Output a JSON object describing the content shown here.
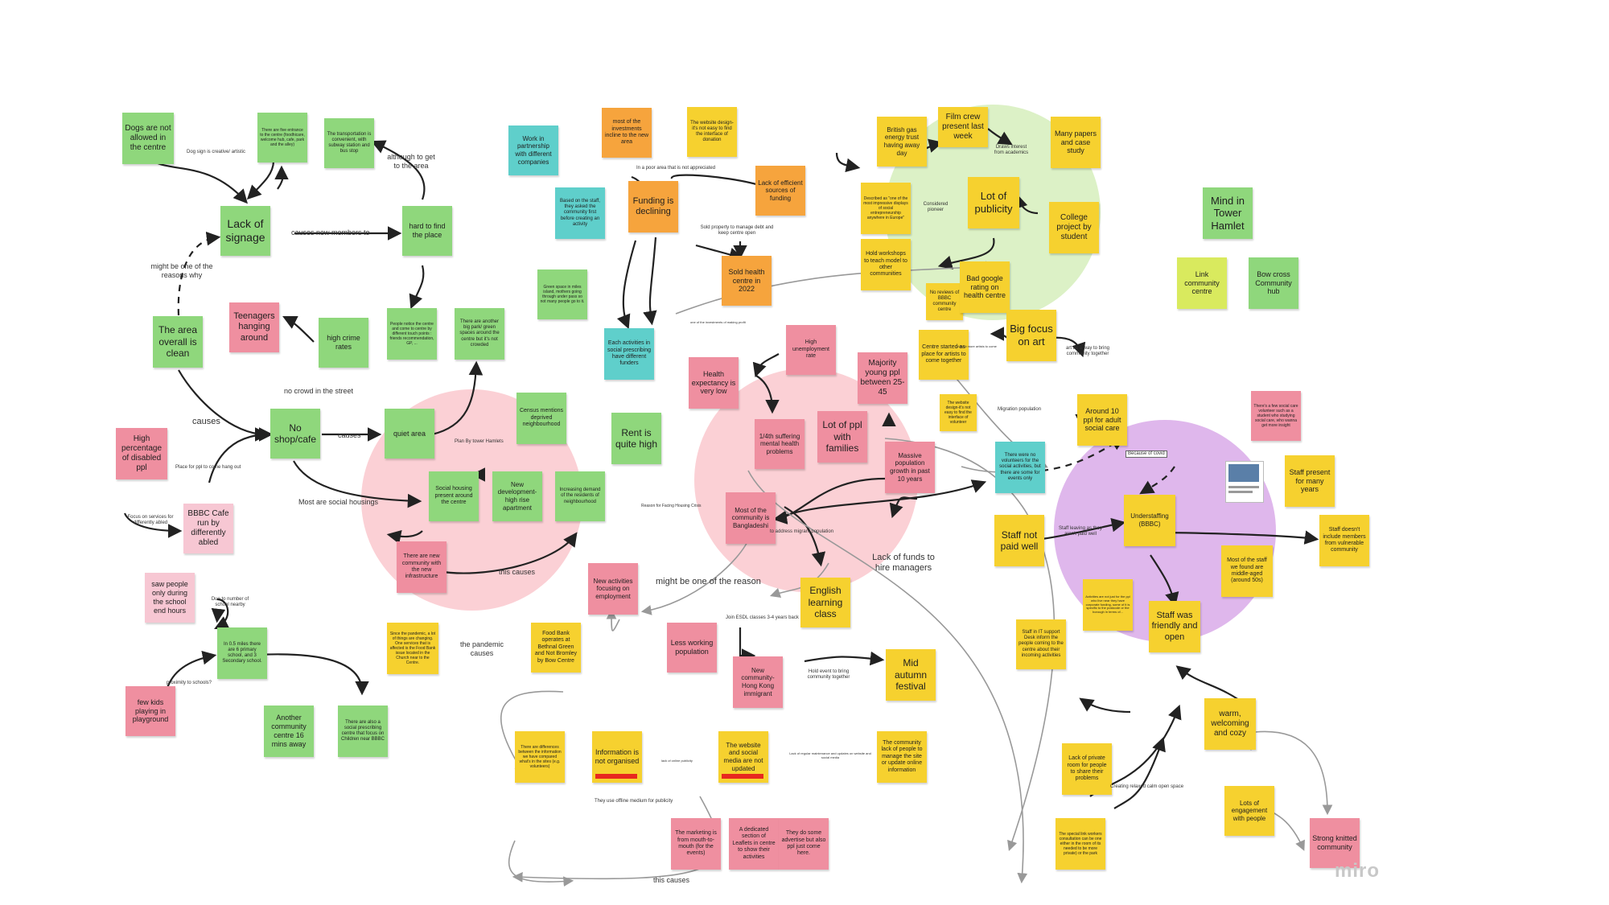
{
  "board": {
    "watermark": "miro"
  },
  "colors": {
    "green": "#8fd77c",
    "yellow": "#f6d12f",
    "orange": "#f6a43d",
    "pink": "#ef8fa0",
    "light_pink": "#f7c7d3",
    "teal": "#5fcfcb",
    "lime": "#d9ea5e"
  },
  "notes": {
    "n1": "Dogs are not allowed in the centre",
    "n2": "There are five entrance to the centre (foodhicare, welcome hub, cafe, park and the alley)",
    "n3": "The transportation is convenient, with subway station and bus stop",
    "n4": "Lack of signage",
    "n5": "hard to find the place",
    "n6": "Teenagers hanging around",
    "n7": "high crime rates",
    "n8": "People notice the centre and come to centre by different touch points : friends recommendation, GP, ...",
    "n9": "There are another big park/ green spaces around the centre but it's not crowded",
    "n10": "Green space in miles island, mothers going through under pass so not many people go to it.",
    "n11": "The area overall is clean",
    "n12": "No shop/cafe",
    "n13": "quiet area",
    "n14": "Census mentions deprived neighbourhood",
    "n15": "High percentage of disabled ppl",
    "n16": "BBBC Cafe run by differently abled",
    "n17": "Social housing present around the centre",
    "n18": "New development- high rise apartment",
    "n19": "Increasing demand of the residents of neighbourhood",
    "n20": "There are new community with the new infrastructure",
    "n21": "Rent is quite high",
    "n22": "saw people only during the school end hours",
    "n23": "In 0.5 miles there are 6 primary school, and 3 Secondary school.",
    "n24": "few kids playing in playground",
    "n25": "Another community centre 16 mins away",
    "n26": "There are also a social prescribing centre that focus on Children near BBBC",
    "n27": "Since the pandemic, a lot of things are changing. One services that is affected is the Food Bank issue located in the Church near to the Centre.",
    "n28": "Food Bank operates at Bethnal Green and Not Bromley by Bow Centre",
    "n29": "Work in partnership with different companies",
    "n30": "Based on the staff, they asked the community first before creating an activity",
    "n31": "most of the investments incline to the new area",
    "n32": "The website design-it's not easy to find the interface of donation",
    "n33": "Lack of efficient sources of funding",
    "n34": "Funding is declining",
    "n35": "Sold health centre in 2022",
    "n36": "Each activities in social prescribing have different funders",
    "n37": "High unemployment rate",
    "n38": "Health expectancy is very low",
    "n39": "Majority young ppl between 25-45",
    "n40": "1/4th suffering mental health problems",
    "n41": "Lot of ppl with families",
    "n42": "Massive population growth in past 10 years",
    "n43": "Most of the community is Bangladeshi",
    "n44": "New activities focusing on employment",
    "n45": "English learning class",
    "n46": "Less working population",
    "n47": "New community- Hong Kong immigrant",
    "n48": "Mid autumn festival",
    "n49": "British gas energy trust having away day",
    "n50": "Film crew present last week",
    "n51": "Many papers and case study",
    "n52": "Described as \"one of the most impressive displays of social entrepreneurship anywhere in Europe\"",
    "n53": "Lot of publicity",
    "n54": "College project by student",
    "n55": "Hold workshops to teach model to other communities",
    "n56": "No reviews of BBBC community centre",
    "n57": "Bad google rating on health centre",
    "n58": "Centre started as place for artists to come together",
    "n59": "Big focus on art",
    "n60": "The website design-it's not easy to find the interface of volunteer",
    "n61": "Around 10 ppl for adult social care",
    "n62": "There were no volunteers for the social activities, but there are some for events only",
    "n63": "Mind in Tower Hamlet",
    "n64": "Link community centre",
    "n65": "Bow cross Community hub",
    "n66": "There's a few social care volunteer such as a student who studying social care, who wanna get more insight",
    "n67": "Staff present for many years",
    "n68": "Staff not paid well",
    "n69": "Understaffing (BBBC)",
    "n70": "Staff doesn't include members from vulnerable community",
    "n71": "Most of the staff we found are middle-aged (around 50s)",
    "n72": "Activities are not just for the ppl who live near they have corporate funding, some of it is specific to the postcode or the borough in terms of...",
    "n73": "Staff in IT support Desk inform the people coming to the centre about their incoming activities",
    "n74": "Staff was friendly and open",
    "n75": "warm, welcoming and cozy",
    "n76": "Lack of private room for people to share their problems",
    "n77": "The special link workers consultation can be one either in the room of its needed to be more private) or the park",
    "n78": "Lots of engagement with people",
    "n79": "Strong knitted community",
    "n80": "There are differences between the information we have compared what's in the sites (e.g. volunteers)",
    "n81": "Information is not organised",
    "n82": "The website and social media are not updated",
    "n83": "The community lack of people to manage the site or update online information",
    "n84": "The marketing is from mouth-to-mouth (for the events)",
    "n85": "A dedicated section of Leaflets in centre to show their activities",
    "n86": "They do some advertise but also ppl just come here."
  },
  "labels": {
    "l1": "Dog sign is creative/ artistic",
    "l2": "although to get to the area",
    "l3": "causes new members to",
    "l4": "might be one of the reasons why",
    "l5": "no crowd in the street",
    "l6": "causes",
    "l7": "causes",
    "l8": "Place for ppl to come hang out",
    "l9": "Focus on services for differently abled",
    "l10": "Most are social housings",
    "l11": "Plan By tower Hamlets",
    "l12": "this causes",
    "l13": "Reason for Facing Housing Crisis",
    "l14": "Due to number of school nearby",
    "l15": "proximity to schools?",
    "l16": "the pandemic causes",
    "l17": "In a poor area that is not appreciated",
    "l18": "Sold property to manage debt and keep centre open",
    "l19": "one of the investments of making profit",
    "l20": "to address migrant population",
    "l21": "might be one of the reason",
    "l22": "Join ESDL classes 3-4 years back",
    "l23": "Hold event to bring community together",
    "l24": "Lack of funds to hire managers",
    "l25": "Draws interest from academics",
    "l26": "Considered pioneer",
    "l27": "Attract more artists to come",
    "l28": "art as a way to bring community together",
    "l29": "Migration population",
    "l30": "Because of covid",
    "l31": "Staff leaving as they aren't paid well",
    "l32": "Creating relaxed calm open space",
    "l33": "Lack of regular maintenance and updates on website and social media",
    "l34": "lack of online publicity",
    "l35": "They use offline medium for publicity",
    "l36": "this causes"
  }
}
